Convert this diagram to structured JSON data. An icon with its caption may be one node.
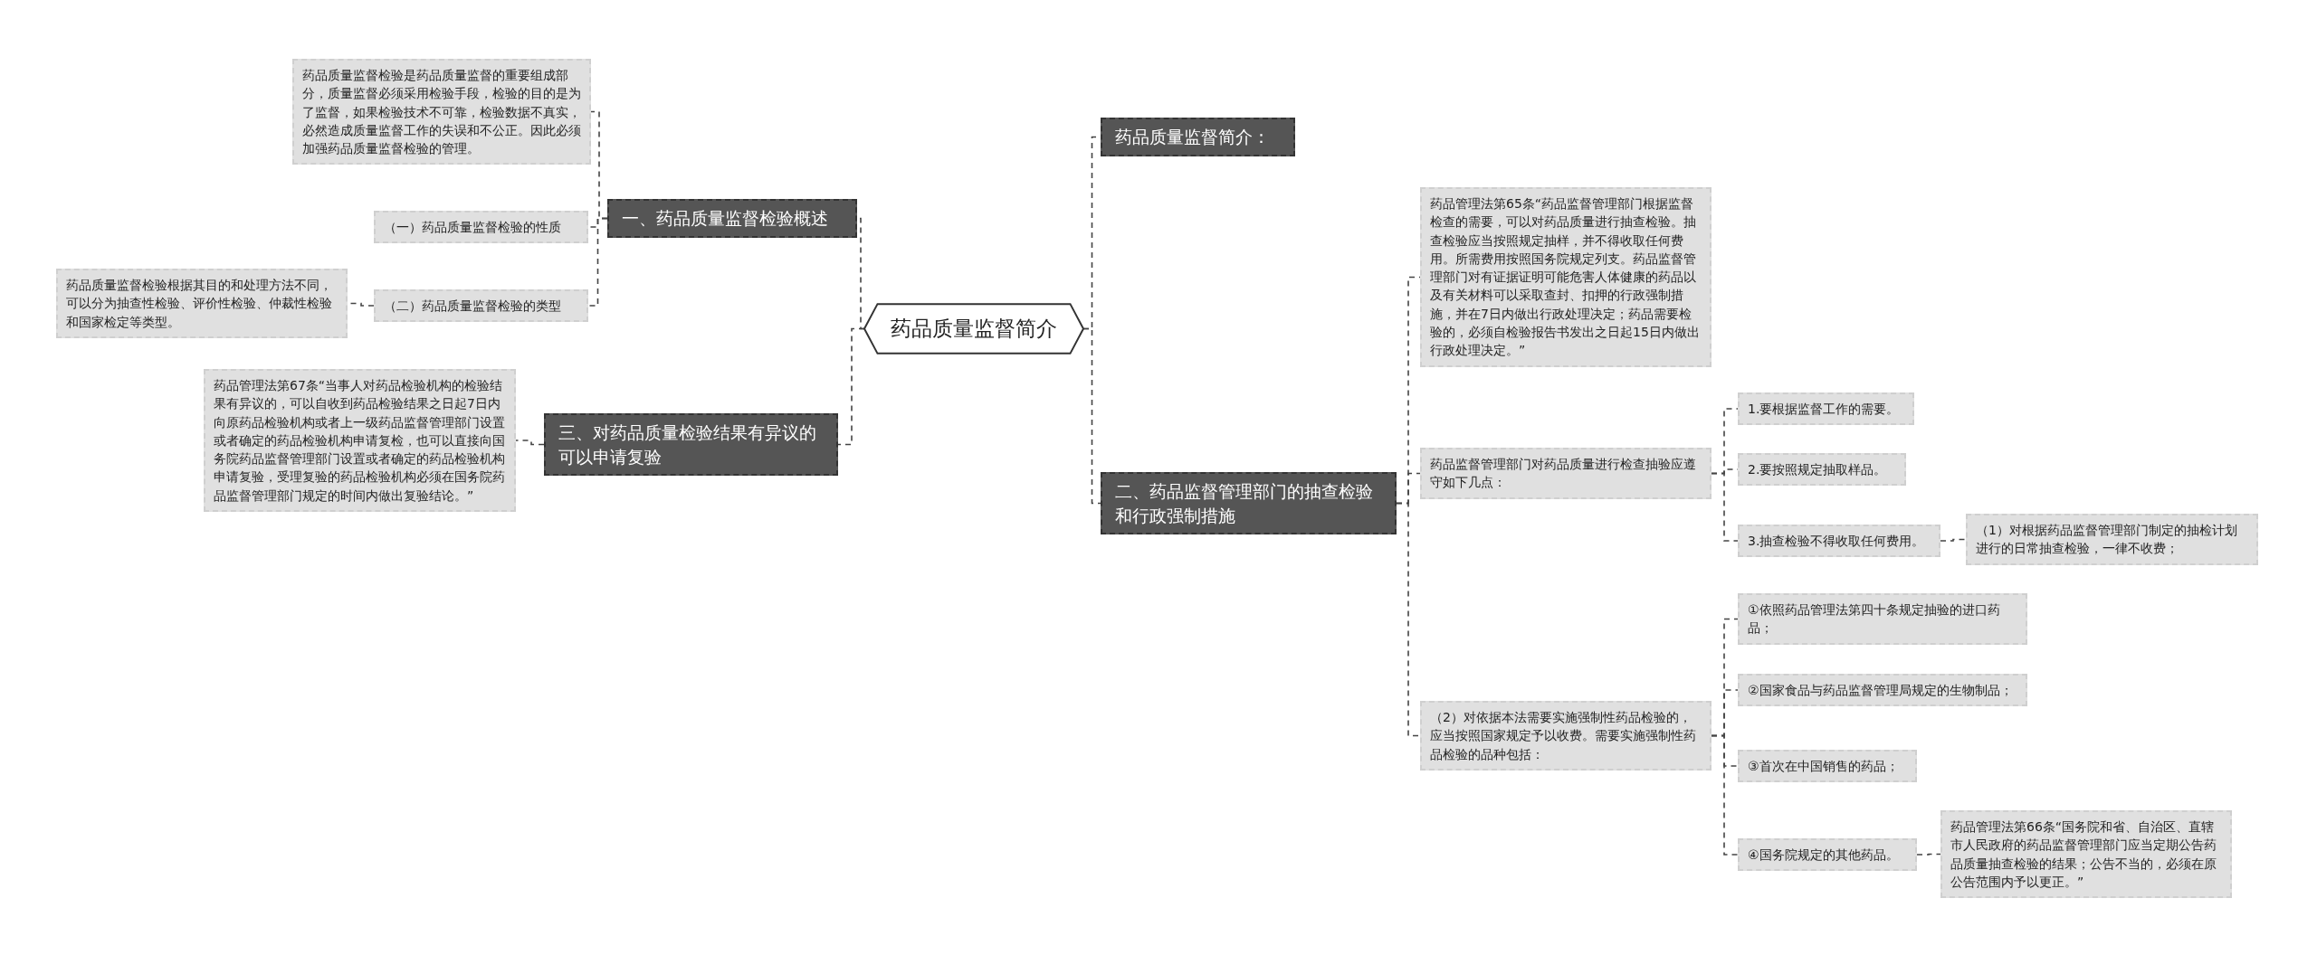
{
  "diagram": {
    "nodes": [
      {
        "text": [
          "药品质量监督简介"
        ]
      },
      {
        "text": [
          "一、药品质量监督检验概述"
        ]
      },
      {
        "text": [
          "药品质量监督检验是药品质量监督的重要组成部分，质量监督必须采用检验手段，检验的目的是为了监督，如果检验技术不可靠，检验数据不真实，必然造成质量监督工作的失误和不公正。因此必须加强药品质量监督检验的管理。"
        ]
      },
      {
        "text": [
          "（一）药品质量监督检验的性质"
        ]
      },
      {
        "text": [
          "（二）药品质量监督检验的类型"
        ]
      },
      {
        "text": [
          "药品质量监督检验根据其目的和处理方法不同，可以分为抽查性检验、评价性检验、仲裁性检验和国家检定等类型。"
        ]
      },
      {
        "text": [
          "三、对药品质量检验结果有异议的可以申请复验"
        ]
      },
      {
        "text": [
          "药品管理法第67条“当事人对药品检验机构的检验结果有异议的，可以自收到药品检验结果之日起7日内向原药品检验机构或者上一级药品监督管理部门设置或者确定的药品检验机构申请复检，也可以直接向国务院药品监督管理部门设置或者确定的药品检验机构申请复验，受理复验的药品检验机构必须在国务院药品监督管理部门规定的时间内做出复验结论。”"
        ]
      },
      {
        "text": [
          "药品质量监督简介："
        ]
      },
      {
        "text": [
          "二、药品监督管理部门的抽查检验和行政强制措施"
        ]
      },
      {
        "text": [
          "药品管理法第65条“药品监督管理部门根据监督检查的需要，可以对药品质量进行抽查检验。抽查检验应当按照规定抽样，并不得收取任何费用。所需费用按照国务院规定列支。药品监督管理部门对有证据证明可能危害人体健康的药品以及有关材料可以采取查封、扣押的行政强制措施，并在7日内做出行政处理决定；药品需要检验的，必须自检验报告书发出之日起15日内做出行政处理决定。”"
        ]
      },
      {
        "text": [
          "药品监督管理部门对药品质量进行检查抽验应遵守如下几点："
        ]
      },
      {
        "text": [
          "1.要根据监督工作的需要。"
        ]
      },
      {
        "text": [
          "2.要按照规定抽取样品。"
        ]
      },
      {
        "text": [
          "3.抽查检验不得收取任何费用。"
        ]
      },
      {
        "text": [
          "（1）对根据药品监督管理部门制定的抽检计划进行的日常抽查检验，一律不收费；"
        ]
      },
      {
        "text": [
          "（2）对依据本法需要实施强制性药品检验的，应当按照国家规定予以收费。需要实施强制性药品检验的品种包括："
        ]
      },
      {
        "text": [
          "①依照药品管理法第四十条规定抽验的进口药品；"
        ]
      },
      {
        "text": [
          "②国家食品与药品监督管理局规定的生物制品；"
        ]
      },
      {
        "text": [
          "③首次在中国销售的药品；"
        ]
      },
      {
        "text": [
          "④国务院规定的其他药品。"
        ]
      },
      {
        "text": [
          "药品管理法第66条“国务院和省、自治区、直辖市人民政府的药品监督管理部门应当定期公告药品质量抽查检验的结果；公告不当的，必须在原公告范围内予以更正。”"
        ]
      }
    ],
    "edges": [
      {
        "from": 0,
        "to": 1,
        "arrow": "none"
      },
      {
        "from": 1,
        "to": 2,
        "arrow": "none"
      },
      {
        "from": 1,
        "to": 3,
        "arrow": "none"
      },
      {
        "from": 1,
        "to": 4,
        "arrow": "none"
      },
      {
        "from": 4,
        "to": 5,
        "arrow": "none"
      },
      {
        "from": 0,
        "to": 6,
        "arrow": "none"
      },
      {
        "from": 6,
        "to": 7,
        "arrow": "none"
      },
      {
        "from": 0,
        "to": 8,
        "arrow": "none"
      },
      {
        "from": 0,
        "to": 9,
        "arrow": "none"
      },
      {
        "from": 9,
        "to": 10,
        "arrow": "none"
      },
      {
        "from": 9,
        "to": 11,
        "arrow": "none"
      },
      {
        "from": 11,
        "to": 12,
        "arrow": "none"
      },
      {
        "from": 11,
        "to": 13,
        "arrow": "none"
      },
      {
        "from": 11,
        "to": 14,
        "arrow": "none"
      },
      {
        "from": 14,
        "to": 15,
        "arrow": "none"
      },
      {
        "from": 9,
        "to": 16,
        "arrow": "none"
      },
      {
        "from": 16,
        "to": 17,
        "arrow": "none"
      },
      {
        "from": 16,
        "to": 18,
        "arrow": "none"
      },
      {
        "from": 16,
        "to": 19,
        "arrow": "none"
      },
      {
        "from": 16,
        "to": 20,
        "arrow": "none"
      },
      {
        "from": 20,
        "to": 21,
        "arrow": "none"
      }
    ]
  }
}
